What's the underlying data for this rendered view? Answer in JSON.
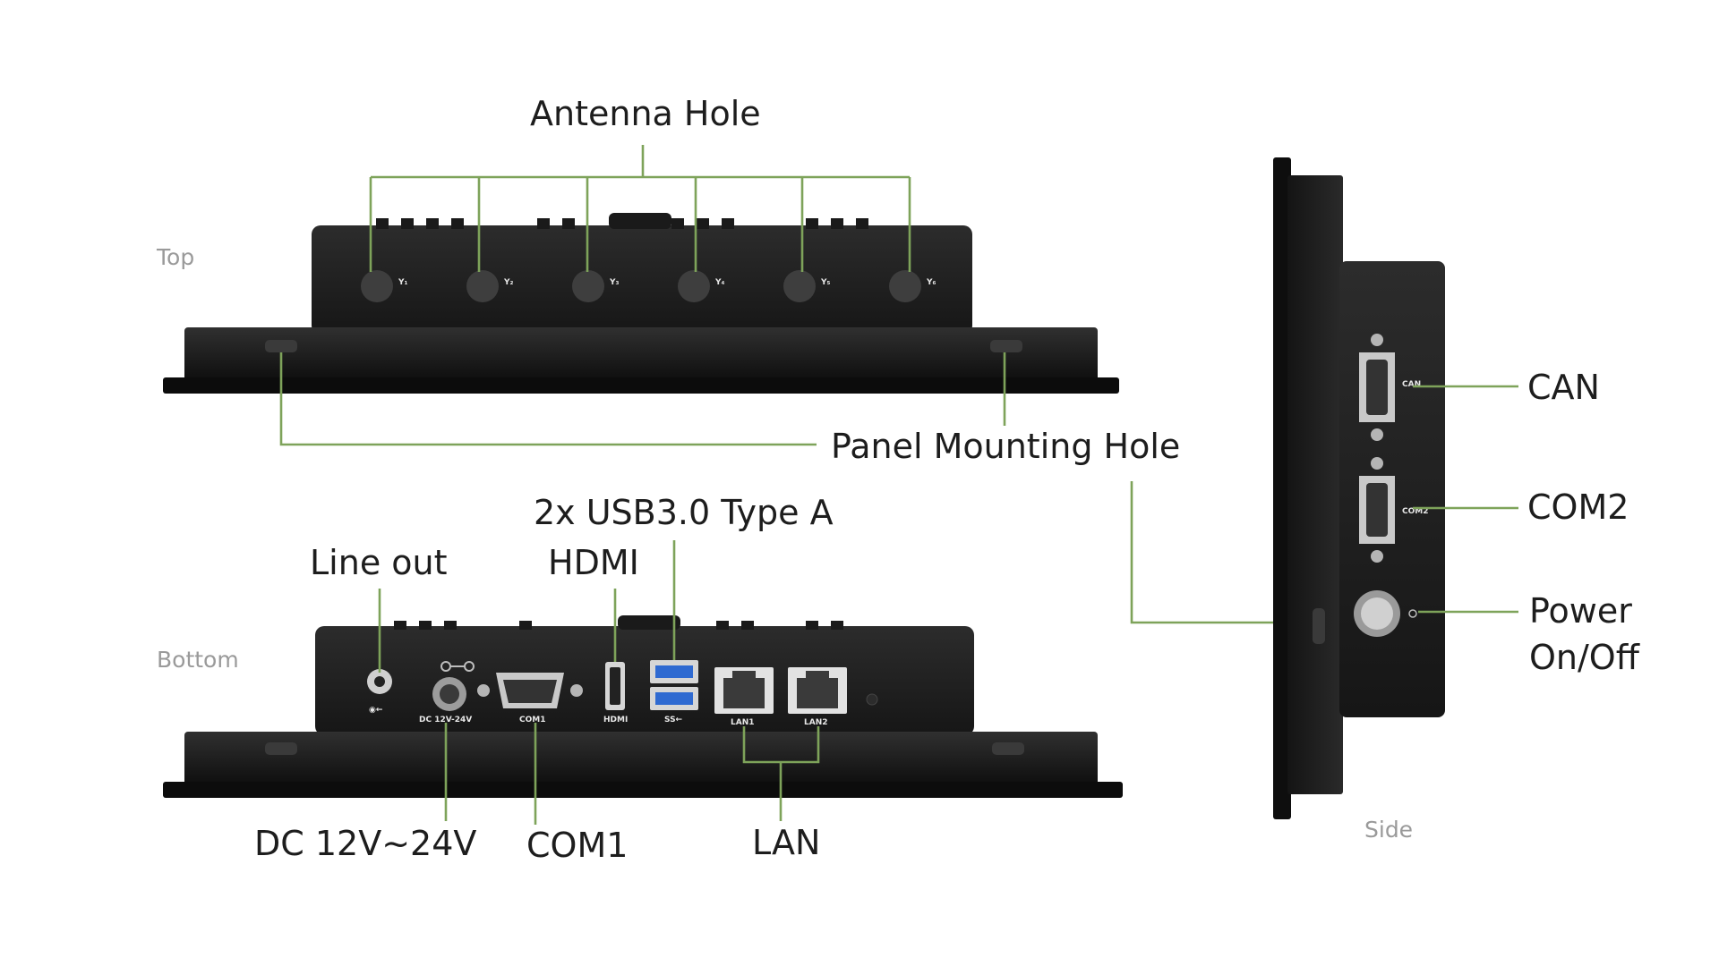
{
  "view_labels": {
    "top": "Top",
    "bottom": "Bottom",
    "side": "Side"
  },
  "callouts": {
    "antenna_hole": "Antenna Hole",
    "panel_mounting_hole": "Panel Mounting Hole",
    "usb": "2x USB3.0 Type A",
    "hdmi": "HDMI",
    "line_out": "Line out",
    "dc": "DC 12V~24V",
    "com1": "COM1",
    "lan": "LAN",
    "can": "CAN",
    "com2": "COM2",
    "power_line1": "Power",
    "power_line2": "On/Off"
  },
  "port_marks": {
    "dc": "DC 12V-24V",
    "com1": "COM1",
    "hdmi": "HDMI",
    "usb": "SS←",
    "lan1": "LAN1",
    "lan2": "LAN2",
    "can": "CAN",
    "com2": "COM2",
    "audio": "◉←"
  },
  "antenna_marks": [
    "Y₁",
    "Y₂",
    "Y₃",
    "Y₄",
    "Y₅",
    "Y₆"
  ],
  "colors": {
    "leader": "#7ea35a",
    "body": "#1e1e1e",
    "bezel": "#111111",
    "text": "#1d1d1d",
    "view_label": "#9a9a9a"
  }
}
